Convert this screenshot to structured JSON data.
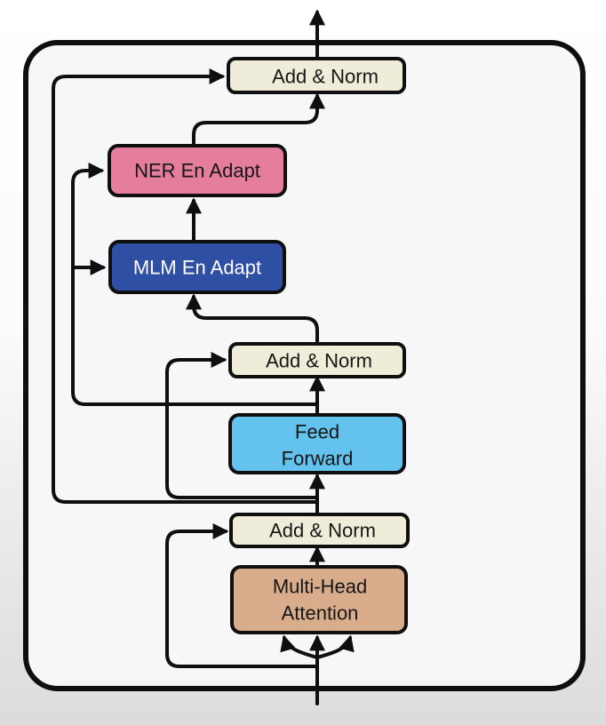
{
  "colors": {
    "norm_fill": "#efedd9",
    "ner_fill": "#e57d9c",
    "mlm_fill": "#2e4fa4",
    "ff_fill": "#63c2ee",
    "mha_fill": "#d9ad8c",
    "stroke": "#0f0f0f",
    "panel_fill": "#f7f7f7"
  },
  "nodes": {
    "top_norm": {
      "label": "Add & Norm"
    },
    "ner_adapter": {
      "label": "NER En Adapt"
    },
    "mlm_adapter": {
      "label": "MLM En Adapt"
    },
    "mid_norm": {
      "label": "Add & Norm"
    },
    "feed_forward": {
      "line1": "Feed",
      "line2": "Forward"
    },
    "low_norm": {
      "label": "Add & Norm"
    },
    "attention": {
      "line1": "Multi-Head",
      "line2": "Attention"
    }
  }
}
